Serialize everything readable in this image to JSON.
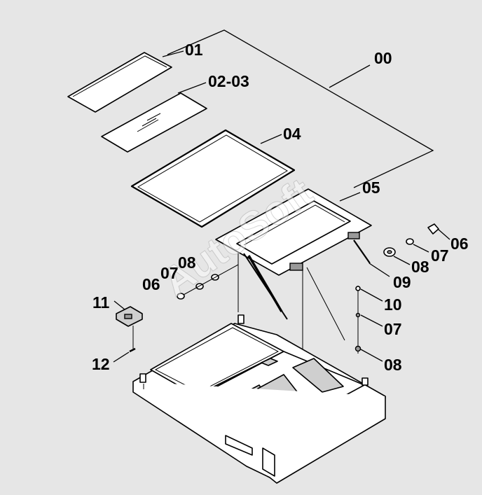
{
  "diagram": {
    "background": "#e6e6e6",
    "watermark": "AutoSoft",
    "part_labels": {
      "p00": "00",
      "p01": "01",
      "p02_03": "02-03",
      "p04": "04",
      "p05": "05",
      "p06_right": "06",
      "p07_right": "07",
      "p08_right": "08",
      "p09": "09",
      "p10": "10",
      "p07_lower": "07",
      "p08_lower": "08",
      "p06_left": "06",
      "p07_left": "07",
      "p08_left": "08",
      "p11": "11",
      "p12": "12"
    }
  }
}
